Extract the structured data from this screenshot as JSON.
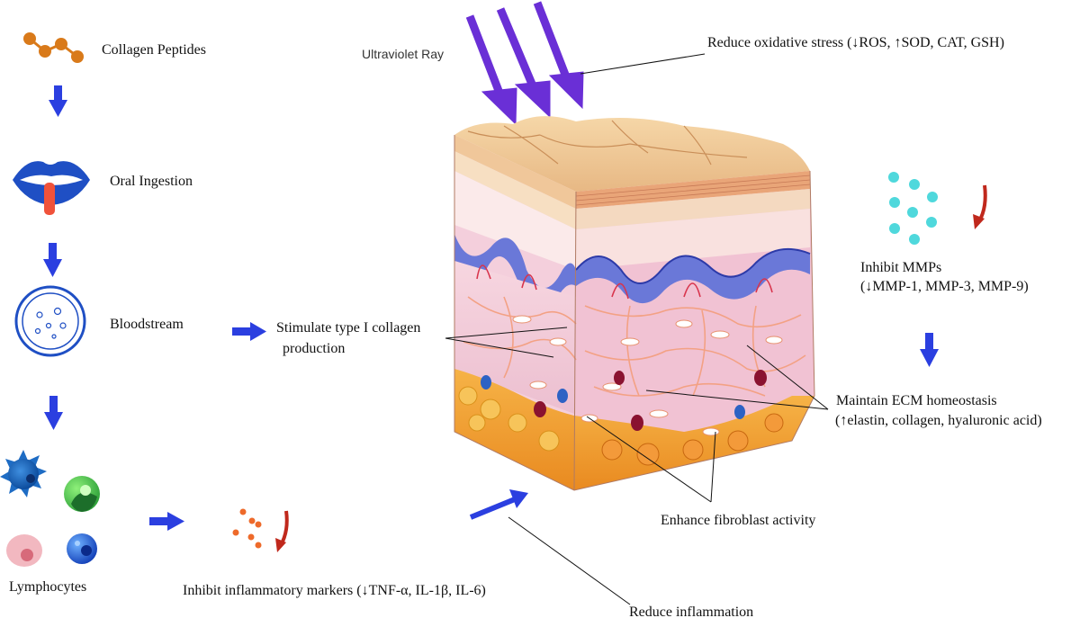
{
  "pathway": {
    "collagen_peptides": "Collagen Peptides",
    "oral_ingestion": "Oral Ingestion",
    "bloodstream": "Bloodstream",
    "lymphocytes": "Lymphocytes"
  },
  "effects": {
    "ultraviolet": "Ultraviolet Ray",
    "oxidative": "Reduce oxidative stress (↓ROS, ↑SOD, CAT, GSH)",
    "collagen_prod_1": "Stimulate type I collagen",
    "collagen_prod_2": "production",
    "mmps_1": "Inhibit MMPs",
    "mmps_2": "(↓MMP-1, MMP-3, MMP-9)",
    "ecm_1": "Maintain ECM homeostasis",
    "ecm_2": "(↑elastin, collagen, hyaluronic acid)",
    "fibroblast": "Enhance fibroblast activity",
    "inflammatory": "Inhibit inflammatory markers (↓TNF-α, IL-1β, IL-6)",
    "inflammation": "Reduce inflammation"
  },
  "colors": {
    "blue_arrow": "#2b3fe0",
    "uv_purple": "#6a2fd6",
    "down_red": "#c0281c",
    "peptide": "#d97a1a",
    "mmp_dot": "#4fd8dc",
    "marker_dot": "#ee6a2a",
    "lip_blue": "#1f4fc4",
    "tongue": "#f0523a"
  }
}
